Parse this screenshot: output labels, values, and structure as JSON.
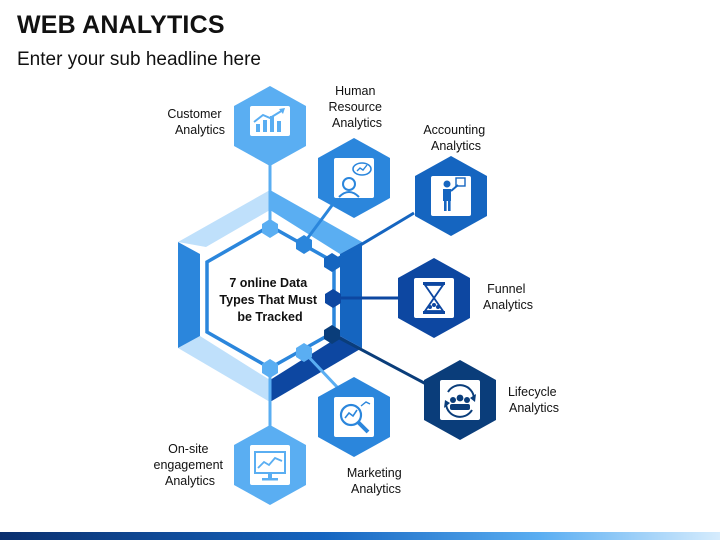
{
  "header": {
    "title": "WEB ANALYTICS",
    "subtitle": "Enter your sub headline here"
  },
  "center": {
    "lines": [
      "7 online Data",
      "Types That Must",
      "be Tracked"
    ]
  },
  "items": [
    {
      "lines": [
        "Customer",
        "Analytics"
      ],
      "icon": "growth-chart-icon"
    },
    {
      "lines": [
        "Human",
        "Resource",
        "Analytics"
      ],
      "icon": "person-insight-icon"
    },
    {
      "lines": [
        "Accounting",
        "Analytics"
      ],
      "icon": "presenter-icon"
    },
    {
      "lines": [
        "Funnel",
        "Analytics"
      ],
      "icon": "hourglass-icon"
    },
    {
      "lines": [
        "Lifecycle",
        "Analytics"
      ],
      "icon": "team-cycle-icon"
    },
    {
      "lines": [
        "Marketing",
        "Analytics"
      ],
      "icon": "magnifier-chart-icon"
    },
    {
      "lines": [
        "On-site",
        "engagement",
        "Analytics"
      ],
      "icon": "monitor-chart-icon"
    }
  ],
  "colors": {
    "light_blue": "#5aaef2",
    "pale_blue": "#bfe0fb",
    "mid_blue": "#2b86dc",
    "royal_blue": "#1565c0",
    "deep_blue": "#0d47a1",
    "navy": "#0a3d7a",
    "text": "#111111"
  }
}
